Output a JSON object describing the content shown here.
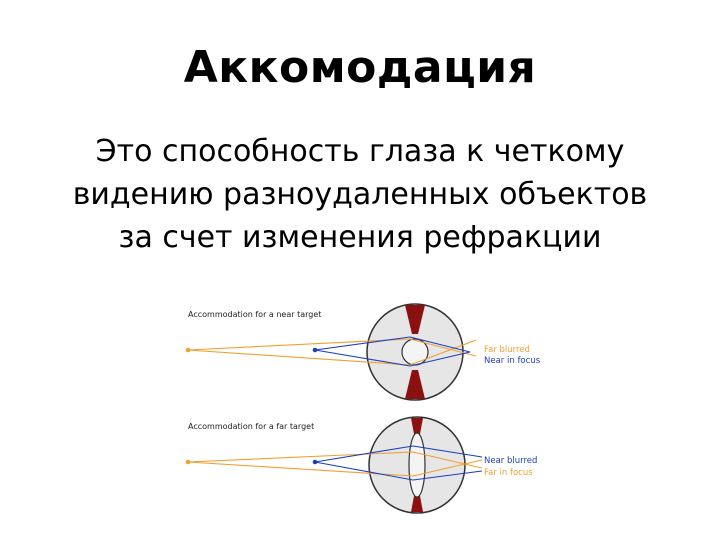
{
  "slide": {
    "title": "Аккомодация",
    "body_lines": [
      "Это способность глаза к четкому",
      "видению разноудаленных объектов",
      "за счет изменения рефракции"
    ]
  },
  "diagram": {
    "near": {
      "caption": "Accommodation for a near target",
      "label_blurred": "Far blurred",
      "label_focus": "Near in focus"
    },
    "far": {
      "caption": "Accommodation for a far target",
      "label_blurred": "Near blurred",
      "label_focus": "Far in focus"
    },
    "colors": {
      "near_rays": "#1a3fbf",
      "far_rays": "#f0a030",
      "iris": "#8b1111",
      "eye_fill": "#e6e6e6",
      "outline": "#333333"
    }
  }
}
